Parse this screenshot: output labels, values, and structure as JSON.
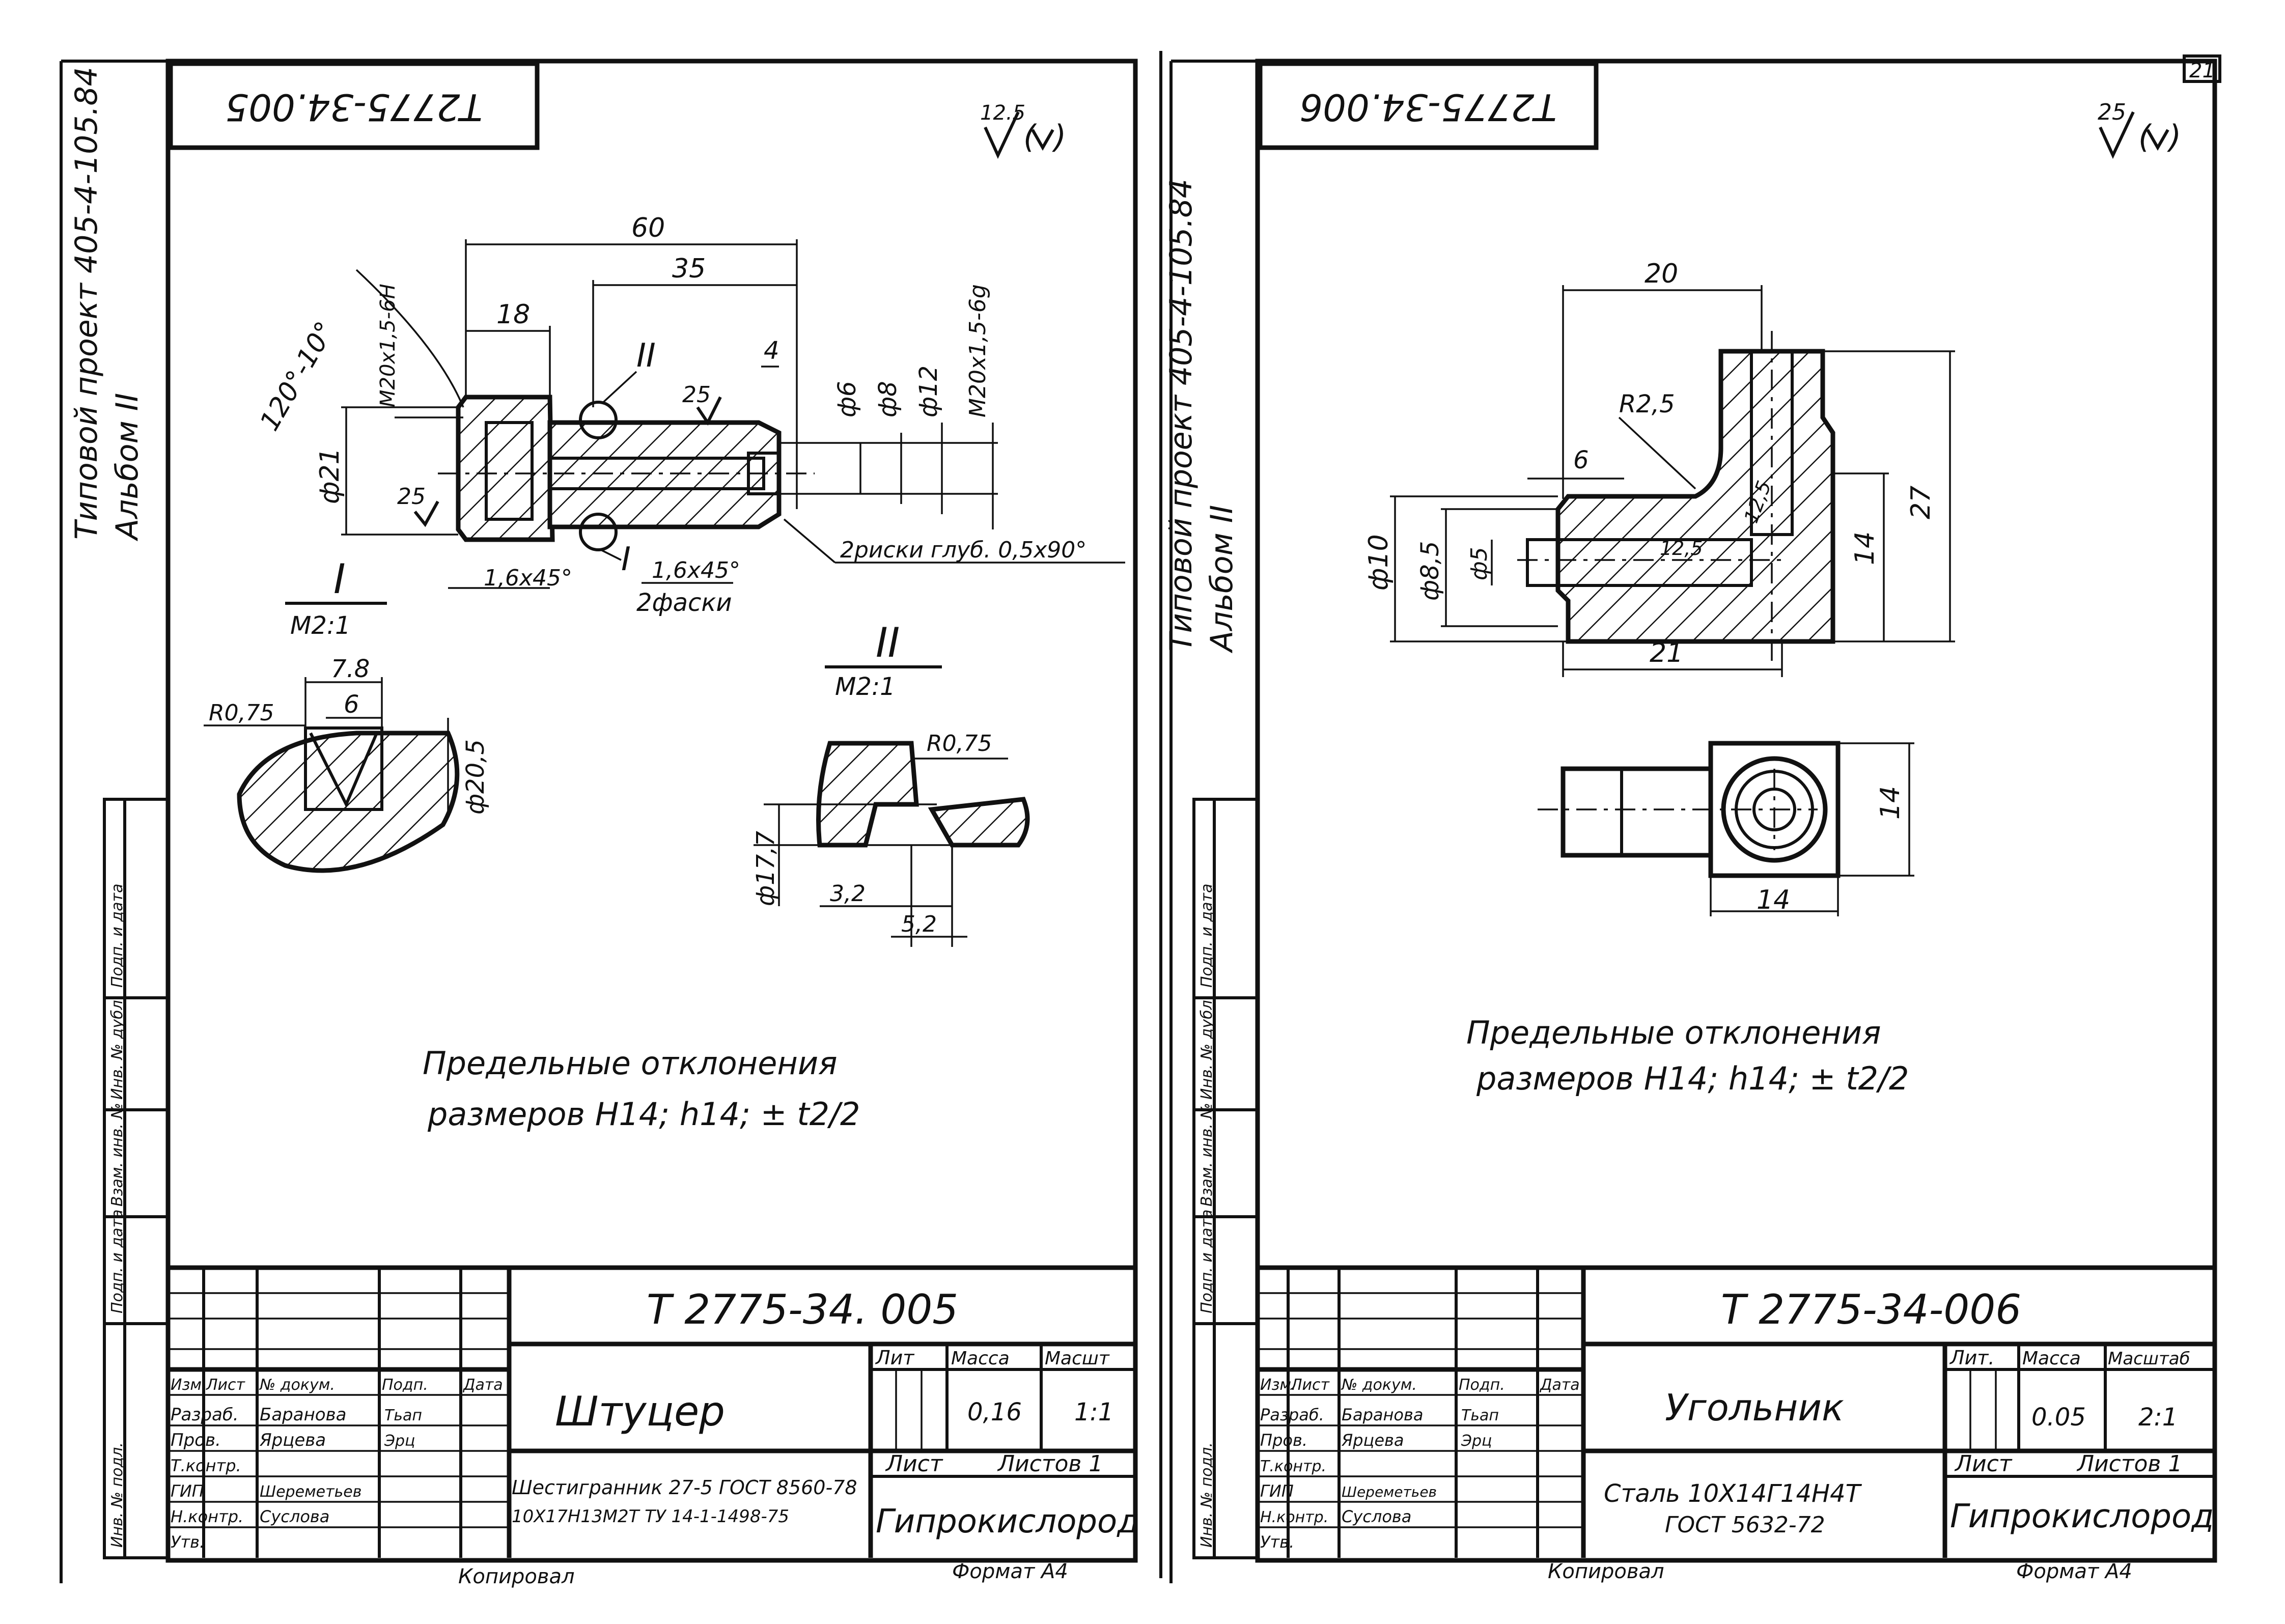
{
  "sheets": [
    {
      "designation_stamp": "T2775-34.005",
      "side_title_1": "Типовой проект 405-4-105.84",
      "side_title_2": "Альбом II",
      "roughness": "12.5",
      "dims": {
        "d60": "60",
        "d35": "35",
        "d18": "18",
        "d4": "4",
        "angle": "120°-10°",
        "thread_in": "M20x1,5-6H",
        "d21": "ф21",
        "d6": "ф6",
        "d8": "ф8",
        "d12": "ф12",
        "thread_out": "M20x1,5-6g",
        "r25a": "25",
        "r25b": "25",
        "chamfer1": "1,6x45°",
        "chamfer2": "1,6x45°",
        "chamfer_note": "2фаски",
        "groove_note": "2риски глуб. 0,5x90°",
        "view_I": "I",
        "view_I_scale": "M2:1",
        "view_II": "II",
        "view_II_scale": "M2:1",
        "I_78": "7.8",
        "I_6": "6",
        "I_R": "R0,75",
        "I_d": "ф20,5",
        "II_R": "R0,75",
        "II_d": "ф17,7",
        "II_32": "3,2",
        "II_52": "5,2",
        "callout_I": "I",
        "callout_II": "II"
      },
      "tolerance_1": "Предельные отклонения",
      "tolerance_2": "размеров  H14; h14; ± t2/2",
      "title_block": {
        "designation": "T 2775-34. 005",
        "name": "Штуцер",
        "material_1": "Шестигранник 27-5 ГОСТ 8560-78",
        "material_2": "10Х17Н13М2Т  ТУ 14-1-1498-75",
        "lit_label": "Лит",
        "mass_label": "Масса",
        "scale_label": "Масшт",
        "mass": "0,16",
        "scale": "1:1",
        "sheet_label": "Лист",
        "sheets_label": "Листов 1",
        "company": "Гипрокислород",
        "roles": [
          {
            "role": "Изм.",
            "name": "Лист",
            "doc": "№ докум.",
            "sign": "Подп.",
            "date": "Дата"
          },
          {
            "role": "Разраб.",
            "name": "Баранова",
            "doc": "",
            "sign": "Тьап",
            "date": ""
          },
          {
            "role": "Пров.",
            "name": "Ярцева",
            "doc": "",
            "sign": "Эрц",
            "date": ""
          },
          {
            "role": "Т.контр.",
            "name": "",
            "doc": "",
            "sign": "",
            "date": ""
          },
          {
            "role": "ГИП",
            "name": "Шереметьев",
            "doc": "",
            "sign": "",
            "date": ""
          },
          {
            "role": "Н.контр.",
            "name": "Суслова",
            "doc": "",
            "sign": "",
            "date": ""
          },
          {
            "role": "Утв.",
            "name": "",
            "doc": "",
            "sign": "",
            "date": ""
          }
        ]
      },
      "copied": "Копировал",
      "format": "Формат А4"
    },
    {
      "designation_stamp": "T2775-34.006",
      "side_title_1": "Типовой проект 405-4-105.84",
      "side_title_2": "Альбом II",
      "roughness": "25",
      "dims": {
        "d20": "20",
        "r25": "R2,5",
        "d6": "6",
        "d125": "12,5",
        "d27": "27",
        "d14": "14",
        "d10": "ф10",
        "d85": "ф8,5",
        "d5": "ф5",
        "d21": "21",
        "plan14v": "14",
        "plan14h": "14"
      },
      "tolerance_1": "Предельные отклонения",
      "tolerance_2": "размеров  H14; h14; ± t2/2",
      "title_block": {
        "designation": "T 2775-34-006",
        "name": "Угольник",
        "material_1": "Сталь 10Х14Г14Н4Т",
        "material_2": "ГОСТ 5632-72",
        "lit_label": "Лит.",
        "mass_label": "Масса",
        "scale_label": "Масштаб",
        "mass": "0.05",
        "scale": "2:1",
        "sheet_label": "Лист",
        "sheets_label": "Листов 1",
        "company": "Гипрокислород",
        "roles": [
          {
            "role": "Изм.",
            "name": "Лист",
            "doc": "№ докум.",
            "sign": "Подп.",
            "date": "Дата"
          },
          {
            "role": "Разраб.",
            "name": "Баранова",
            "doc": "",
            "sign": "Тьап",
            "date": ""
          },
          {
            "role": "Пров.",
            "name": "Ярцева",
            "doc": "",
            "sign": "Эрц",
            "date": ""
          },
          {
            "role": "Т.контр.",
            "name": "",
            "doc": "",
            "sign": "",
            "date": ""
          },
          {
            "role": "ГИП",
            "name": "Шереметьев",
            "doc": "",
            "sign": "",
            "date": ""
          },
          {
            "role": "Н.контр.",
            "name": "Суслова",
            "doc": "",
            "sign": "",
            "date": ""
          },
          {
            "role": "Утв.",
            "name": "",
            "doc": "",
            "sign": "",
            "date": ""
          }
        ]
      },
      "copied": "Копировал",
      "format": "Формат А4"
    }
  ],
  "left_margin_labels": [
    "Инв. № подл.",
    "Подп. и дата",
    "Взам. инв. №",
    "Инв. № дубл.",
    "Подп. и дата"
  ],
  "page_number": "21"
}
